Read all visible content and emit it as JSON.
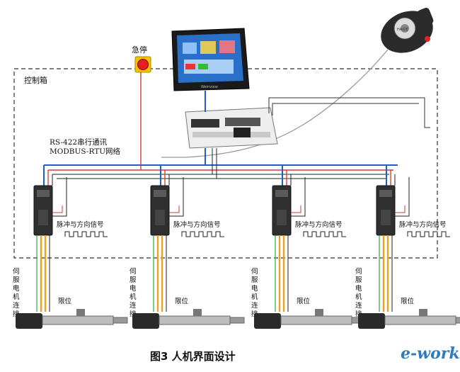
{
  "labels": {
    "emergency_stop": "急停",
    "control_box": "控制箱",
    "comm_line1": "RS-422串行通讯",
    "comm_line2": "MODBUS-RTU网络",
    "caption": "图3   人机界面设计",
    "watermark": "e-works"
  },
  "hmi": {
    "screen_brand": "Weinview"
  },
  "pendant": {
    "brand": "HAIDE"
  },
  "axes": [
    {
      "pulse_label": "脉冲与方向信号",
      "motor_label": "伺服电机连接",
      "limit_label": "限位"
    },
    {
      "pulse_label": "脉冲与方向信号",
      "motor_label": "伺服电机连接",
      "limit_label": "限位"
    },
    {
      "pulse_label": "脉冲与方向信号",
      "motor_label": "伺服电机连接",
      "limit_label": "限位"
    },
    {
      "pulse_label": "脉冲与方向信号",
      "motor_label": "伺服电机连接",
      "limit_label": "限位"
    }
  ],
  "colors": {
    "bus_blue": "#1f5fbf",
    "signal_red": "#d23a2a",
    "power_orange": "#f0a020",
    "ground_green": "#3ab54a",
    "estop_red": "#e62020",
    "estop_yellow": "#f5c400",
    "watermark_blue": "#2e7bbf"
  }
}
